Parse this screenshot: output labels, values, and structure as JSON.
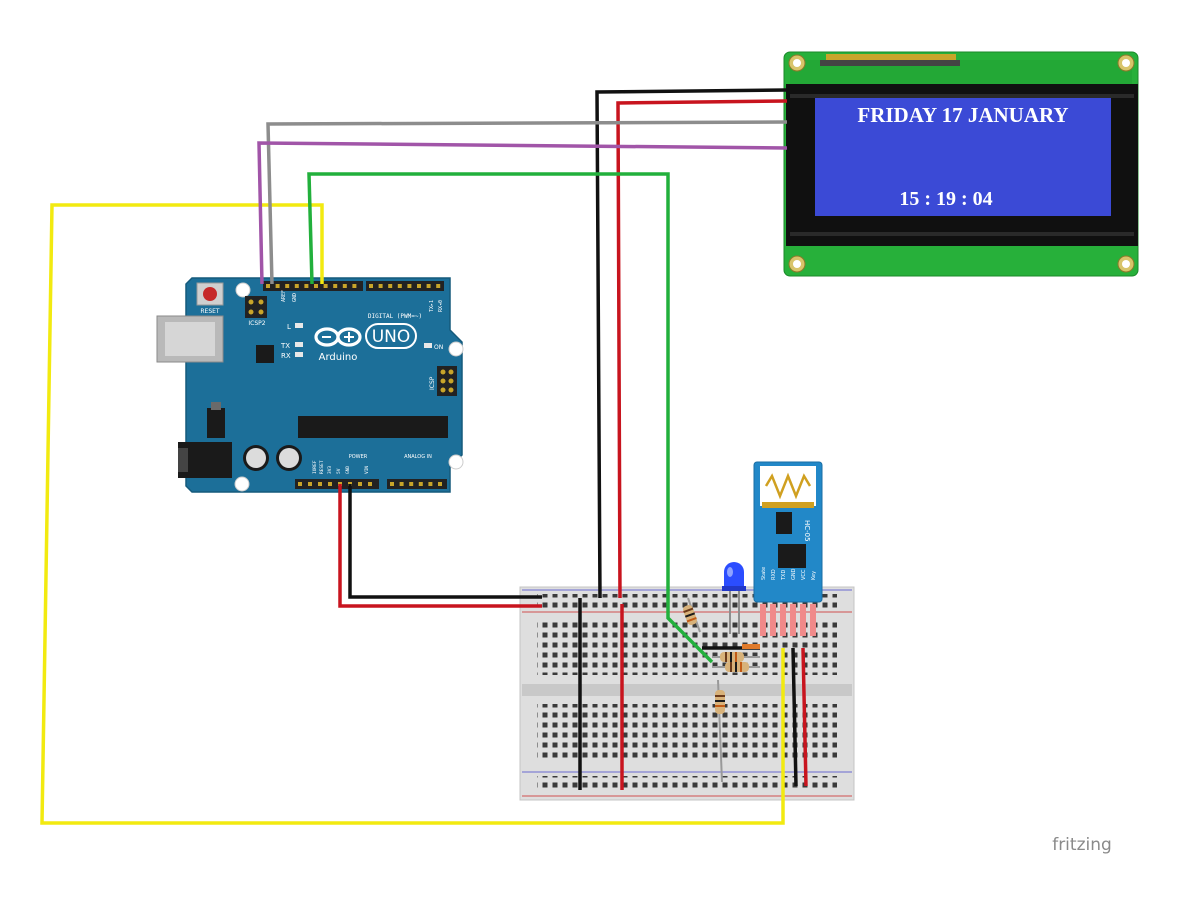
{
  "lcd": {
    "line1": "FRIDAY 17 JANUARY",
    "line2": "15 : 19 : 04"
  },
  "arduino": {
    "reset": "RESET",
    "icsp2": "ICSP2",
    "icsp": "ICSP",
    "digital": "DIGITAL (PWM=~)",
    "brand": "Arduino",
    "model": "UNO",
    "led_l": "L",
    "led_tx": "TX",
    "led_rx": "RX",
    "led_on": "ON",
    "power": "POWER",
    "analog": "ANALOG IN",
    "aref": "AREF",
    "gnd": "GND",
    "ioref": "IOREF",
    "reset_pin": "RESET",
    "v33": "3V3",
    "v5": "5V",
    "vin": "VIN",
    "tx_pin": "TX▸1",
    "rx_pin": "RX◂0"
  },
  "hc05": {
    "model": "HC-05",
    "pins": [
      "State",
      "RXD",
      "TXD",
      "GND",
      "VCC",
      "Key"
    ]
  },
  "footer": {
    "brand": "fritzing"
  },
  "colors": {
    "board": "#1c6f99",
    "lcd_screen": "#3b4ad6",
    "lcd_pcb": "#27b03a",
    "bt_module": "#2288c8",
    "wire_black": "#111111",
    "wire_red": "#c8141e",
    "wire_yellow": "#f2ea10",
    "wire_green": "#22b03c",
    "wire_grey": "#8d8d8d",
    "wire_purple": "#a155a8",
    "led_blue": "#2b4dff"
  }
}
